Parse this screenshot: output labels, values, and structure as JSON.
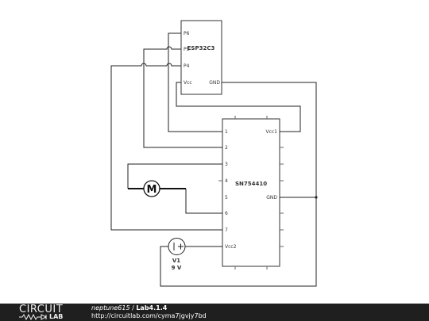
{
  "schematic": {
    "esp32": {
      "name": "ESP32C3",
      "pins": {
        "p6": "P6",
        "p5": "P5",
        "p4": "P4",
        "vcc": "Vcc",
        "gnd": "GND"
      }
    },
    "driver": {
      "name": "SN754410",
      "pins": {
        "p1": "1",
        "p2": "2",
        "p3": "3",
        "p4": "4",
        "p5": "5",
        "p6": "6",
        "p7": "7",
        "vcc1": "Vcc1",
        "gnd": "GND",
        "vcc2": "Vcc2"
      }
    },
    "motor": {
      "symbol": "M"
    },
    "source": {
      "name": "V1",
      "value": "9 V"
    }
  },
  "footer": {
    "brand_top": "CIRCUIT",
    "brand_bottom": "LAB",
    "author": "neptune615",
    "separator": " / ",
    "project": "Lab4.1.4",
    "url": "http://circuitlab.com/cyma7jgvjy7bd"
  },
  "colors": {
    "footer_bg": "#1f1f1f",
    "wire": "#222222"
  }
}
